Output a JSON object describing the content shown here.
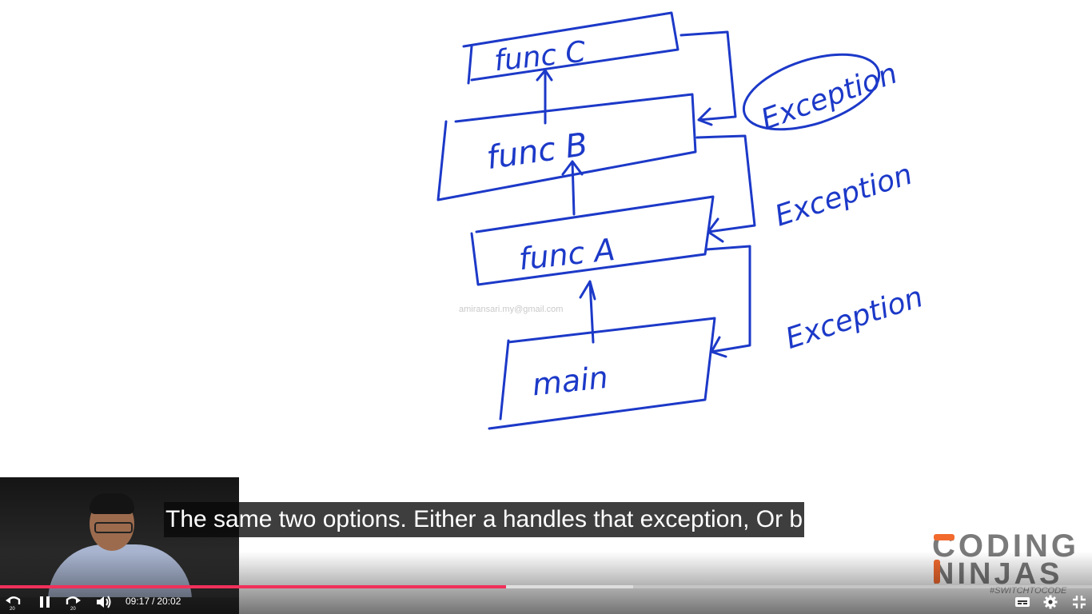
{
  "whiteboard": {
    "boxes": [
      "func C",
      "func B",
      "func A",
      "main"
    ],
    "exceptions": [
      "Exception",
      "Exception",
      "Exception"
    ],
    "watermark": "amiransari.my@gmail.com"
  },
  "caption": {
    "text": "The same two options. Either a handles that exception, Or b"
  },
  "branding": {
    "line1": "CODING",
    "line2": "NINJAS",
    "tagline": "#SWITCHTOCODE",
    "accent": "#f26a2e"
  },
  "player": {
    "current_time": "09:17",
    "duration": "20:02",
    "played_fraction": 0.4635,
    "buffered_fraction": 0.58,
    "progress_color": "#f0305a",
    "controls": {
      "rewind_seconds": "20",
      "forward_seconds": "20",
      "state": "playing"
    },
    "icons": [
      "rewind-20-icon",
      "pause-icon",
      "forward-20-icon",
      "volume-icon",
      "captions-icon",
      "settings-gear-icon",
      "exit-fullscreen-icon"
    ]
  }
}
